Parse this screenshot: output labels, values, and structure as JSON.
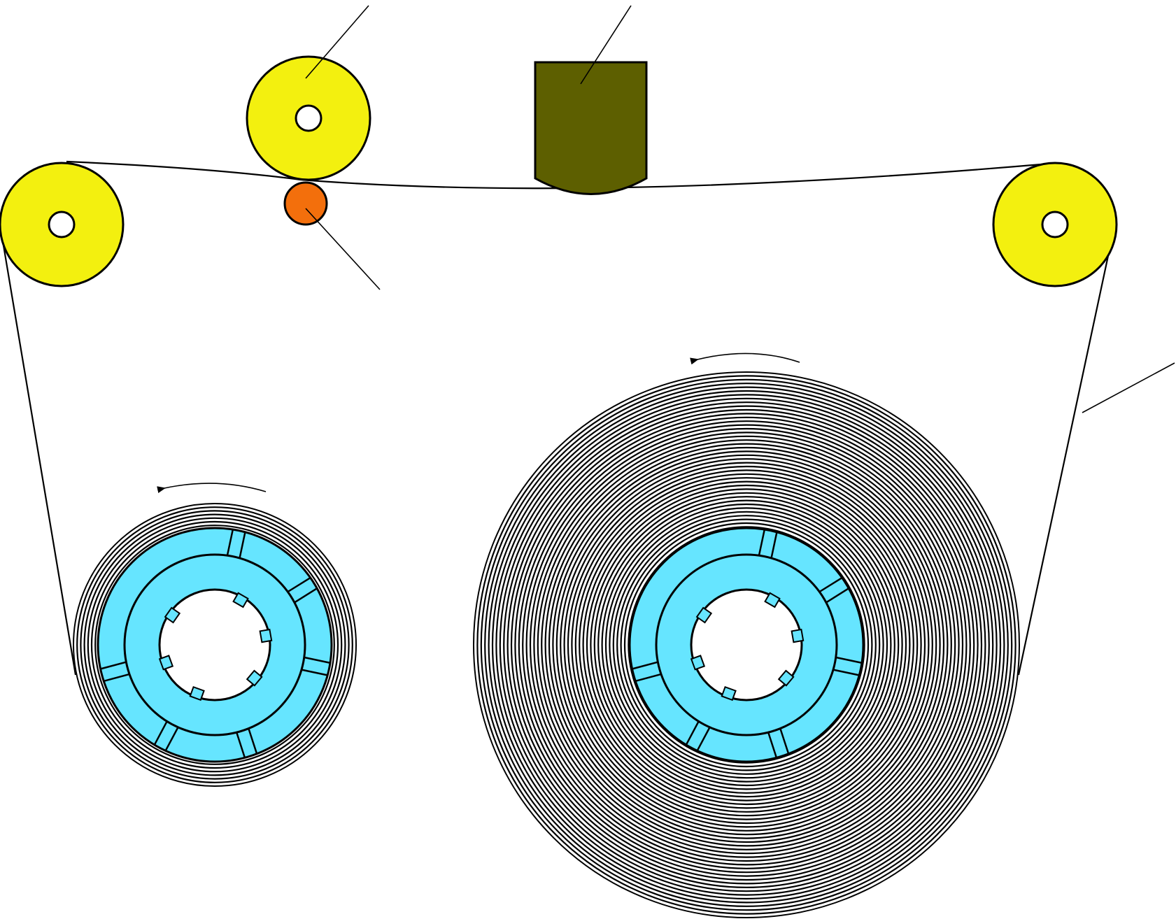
{
  "diagram": {
    "type": "tape transport mechanism schematic",
    "labels": [],
    "colors": {
      "guide_roller": "#f3f00f",
      "pinch_roller": "#f36f0c",
      "head": "#5d5f00",
      "reel_hub": "#66e5ff",
      "tape": "#000000",
      "background": "#ffffff"
    },
    "components": [
      {
        "name": "guide-roller-top",
        "kind": "guide roller"
      },
      {
        "name": "guide-roller-left",
        "kind": "guide roller"
      },
      {
        "name": "guide-roller-right",
        "kind": "guide roller"
      },
      {
        "name": "pinch-roller",
        "kind": "pinch roller"
      },
      {
        "name": "head",
        "kind": "head block"
      },
      {
        "name": "supply-reel-small",
        "kind": "tape reel",
        "direction": "counter-clockwise"
      },
      {
        "name": "take-up-reel-large",
        "kind": "tape reel",
        "direction": "counter-clockwise"
      },
      {
        "name": "tape-path",
        "kind": "tape"
      }
    ],
    "leader_lines": 4
  }
}
